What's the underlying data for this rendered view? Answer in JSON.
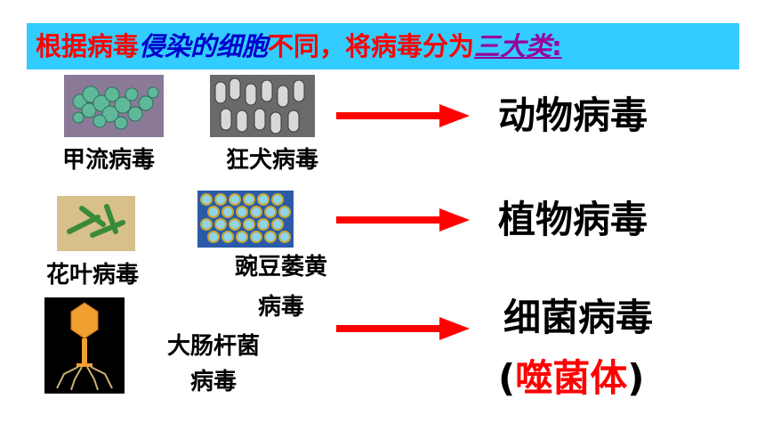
{
  "title": {
    "part1": "根据病毒",
    "part2": "侵染的细胞",
    "part3": "不同，将病毒分为",
    "part4": "三大类",
    "part5": ":"
  },
  "rows": [
    {
      "viruses": [
        "甲流病毒",
        "狂犬病毒"
      ],
      "category": "动物病毒"
    },
    {
      "viruses": [
        "花叶病毒",
        "豌豆萎黄",
        "病毒"
      ],
      "category": "植物病毒"
    },
    {
      "viruses": [
        "大肠杆菌",
        "病毒"
      ],
      "category": "细菌病毒",
      "note_open": "(",
      "note": "噬菌体",
      "note_close": ")"
    }
  ],
  "colors": {
    "banner": "#33ccff",
    "title_red": "#ff0000",
    "title_blue": "#0000cc",
    "title_purple": "#990099",
    "arrow": "#ff0000"
  }
}
